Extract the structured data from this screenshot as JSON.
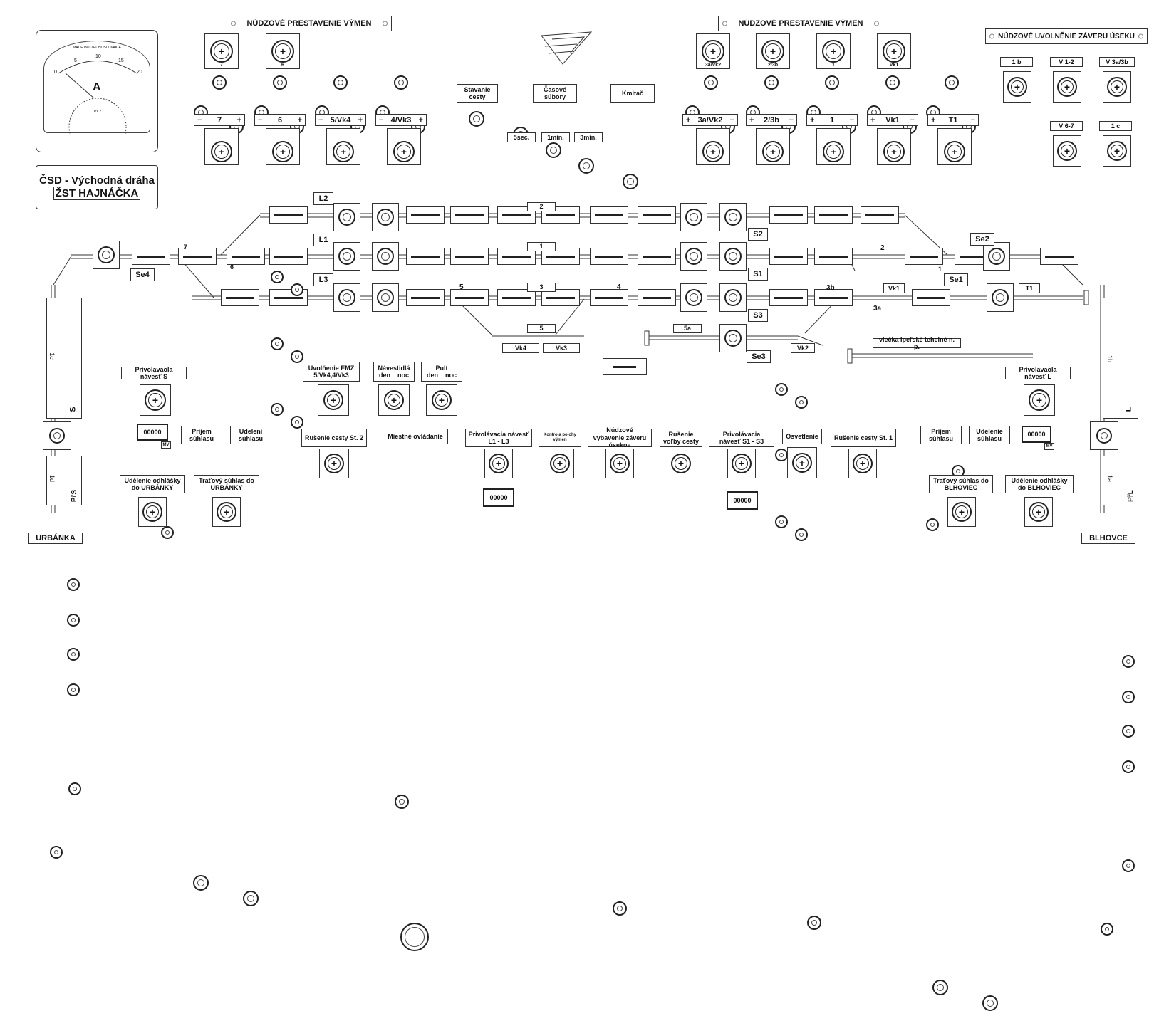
{
  "title": {
    "line1": "ČSD - Východná dráha",
    "line2": "ŽST HAJNÁČKA"
  },
  "ammeter": {
    "maker": "MADE IN CZECHOSLOVAKIA",
    "unit": "A",
    "scale": [
      "0",
      "5",
      "10",
      "15",
      "20"
    ],
    "small": "Pz 2"
  },
  "headers": {
    "left": "NÚDZOVÉ PRESTAVENIE VÝMEN",
    "right": "NÚDZOVÉ PRESTAVENIE VÝMEN",
    "release": "NÚDZOVÉ UVOLNĚNIE ZÁVERU ÚSEKU"
  },
  "left_switch_caps": [
    "7",
    "6"
  ],
  "right_switch_caps": [
    "3a/Vk2",
    "2/3b",
    "1",
    "Vk1"
  ],
  "left_switch_labels": [
    "7",
    "6",
    "5/Vk4",
    "4/Vk3"
  ],
  "right_switch_labels": [
    "3a/Vk2",
    "2/3b",
    "1",
    "Vk1",
    "T1"
  ],
  "route_buttons": {
    "route": "Stavanie cesty",
    "timed": "Časové súbory",
    "flasher": "Kmitač"
  },
  "timers": [
    "5sec.",
    "1min.",
    "3min."
  ],
  "release_sections": [
    "1 b",
    "V 1-2",
    "V 3a/3b",
    "V 6-7",
    "1 c"
  ],
  "track_labels": {
    "L2": "L2",
    "L1": "L1",
    "L3": "L3",
    "S2": "S2",
    "S1": "S1",
    "S3": "S3",
    "Se1": "Se1",
    "Se2": "Se2",
    "Se3": "Se3",
    "Se4": "Se4",
    "T1": "T1",
    "Vk1": "Vk1",
    "Vk2": "Vk2",
    "Vk3": "Vk3",
    "Vk4": "Vk4",
    "n2": "2",
    "n1": "1",
    "n3": "3",
    "n4": "4",
    "n5": "5",
    "n5a": "5a",
    "n6": "6",
    "n7": "7",
    "n3b": "3b",
    "n3a": "3a",
    "siding": "vlečka Ipeľské tehelné n. p."
  },
  "left_panel": {
    "call_sig_s": "Privolavaola návesť S",
    "prijem": "Príjem súhlasu",
    "udeleni": "Udelení súhlasu",
    "odhlasky": "Udělenie odhlášky do URBÁNKY",
    "tratovy": "Traťový súhlas do URBÁNKY",
    "counter": "00000",
    "mv": "MV"
  },
  "middle_panel": {
    "emz": "Uvolňenie EMZ 5/Vk4,4/Vk3",
    "navestidla": "Návestidlá",
    "den": "den",
    "noc": "noc",
    "pult": "Pult",
    "rusenie_st2": "Rušenie cesty St. 2",
    "miestne": "Miestné ovládanie",
    "privolavacia_l": "Privolávacia návesť L1 - L3",
    "kontrola": "Kontrola polohy výmen",
    "nudzove_vyb": "Núdzové vybavenie záveru úsekov",
    "rusenie_volby": "Rušenie voľby cesty",
    "privolavacia_s": "Privolávacia návesť S1 - S3",
    "osvetlenie": "Osvetlenie",
    "rusenie_st1": "Rušenie cesty St. 1",
    "counter1": "00000",
    "counter2": "00000"
  },
  "right_panel": {
    "call_sig_l": "Privolavaola návesť L",
    "prijem": "Príjem súhlasu",
    "udelenie": "Udelenie súhlasu",
    "tratovy": "Traťový súhlas do BLHOVIEC",
    "odhlasky": "Udělenie odhlášky do BLHOVIEC",
    "counter": "00000",
    "mv": "MV"
  },
  "side_labels": {
    "left_s": "S",
    "left_1c": "1c",
    "left_1d": "1d",
    "left_prs": "PřS",
    "right_1b": "1b",
    "right_l": "L",
    "right_1a": "1a",
    "right_prl": "PřL"
  },
  "stations": {
    "left": "URBÁNKA",
    "right": "BLHOVCE"
  },
  "colors": {
    "line": "#222222",
    "paper": "#ffffff",
    "panel_border": "#333333"
  }
}
